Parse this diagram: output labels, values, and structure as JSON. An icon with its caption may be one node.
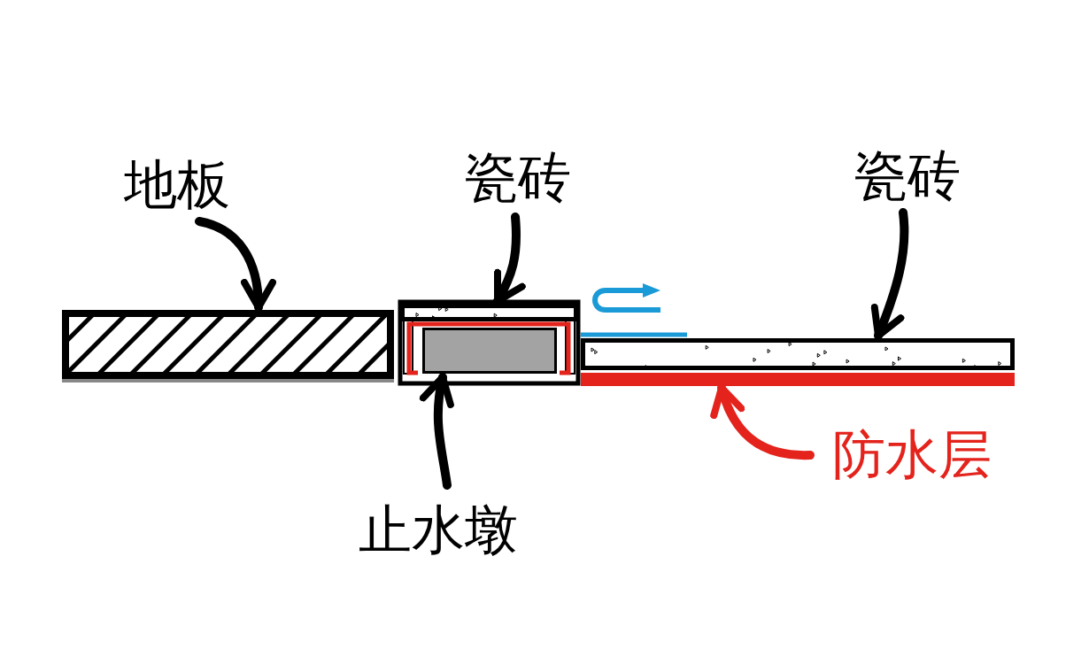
{
  "diagram": {
    "nodes": [
      {
        "text": [
          "地板"
        ]
      },
      {
        "text": [],
        "shape": "bar"
      },
      {
        "text": [
          "瓷砖"
        ]
      },
      {
        "text": [],
        "shape": "bar"
      },
      {
        "text": [
          "止水墩"
        ]
      },
      {
        "text": [],
        "shape": "box"
      },
      {
        "text": [
          "瓷砖"
        ]
      },
      {
        "text": [],
        "shape": "bar"
      },
      {
        "text": [
          "防水层"
        ]
      },
      {
        "text": [],
        "shape": "bar"
      }
    ],
    "edges": [
      {
        "from": 0,
        "to": 1,
        "arrow": "to"
      },
      {
        "from": 2,
        "to": 3,
        "arrow": "to"
      },
      {
        "from": 4,
        "to": 5,
        "arrow": "to"
      },
      {
        "from": 6,
        "to": 7,
        "arrow": "to"
      },
      {
        "from": 8,
        "to": 9,
        "arrow": "to",
        "color": "#e3231c"
      }
    ]
  }
}
